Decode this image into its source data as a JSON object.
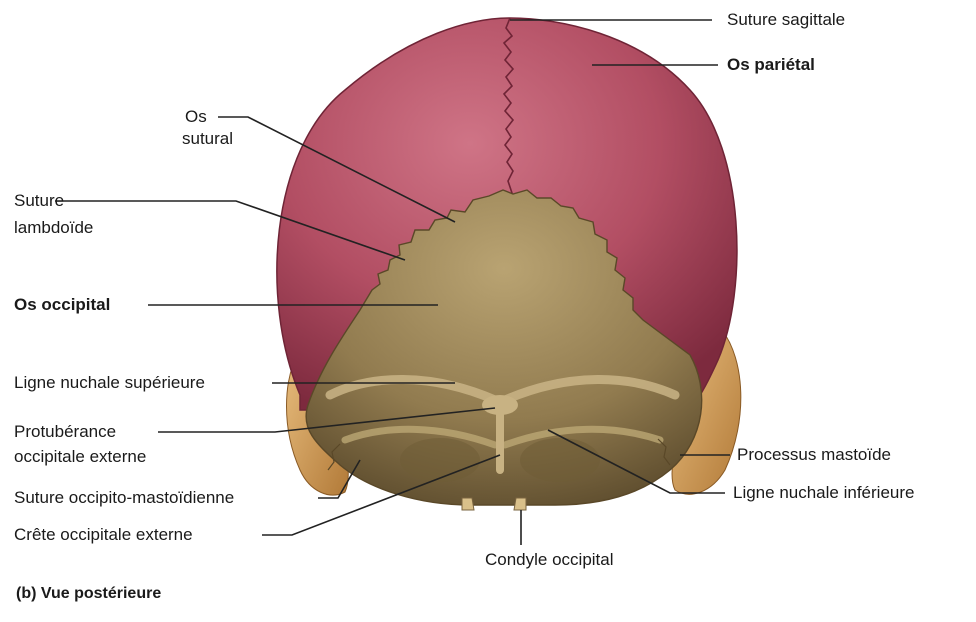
{
  "caption": "(b) Vue postérieure",
  "labels": {
    "suture_sagittale": "Suture sagittale",
    "os_parietal": "Os pariétal",
    "os_sutural_1": "Os",
    "os_sutural_2": "sutural",
    "suture_lambdoide_1": "Suture",
    "suture_lambdoide_2": "lambdoïde",
    "os_occipital": "Os occipital",
    "ligne_nuchale_sup": "Ligne nuchale supérieure",
    "protuberance_1": "Protubérance",
    "protuberance_2": "occipitale externe",
    "suture_occipito": "Suture occipito-mastoïdienne",
    "crete_occipitale": "Crête occipitale externe",
    "processus_mastoide": "Processus mastoïde",
    "ligne_nuchale_inf": "Ligne nuchale inférieure",
    "condyle_occipital": "Condyle occipital"
  },
  "colors": {
    "parietal": "#b24e63",
    "parietal_dark": "#8e3247",
    "occipital": "#9a8558",
    "occipital_dark": "#6e5c39",
    "mastoid": "#d6a25c",
    "leader": "#222222"
  }
}
